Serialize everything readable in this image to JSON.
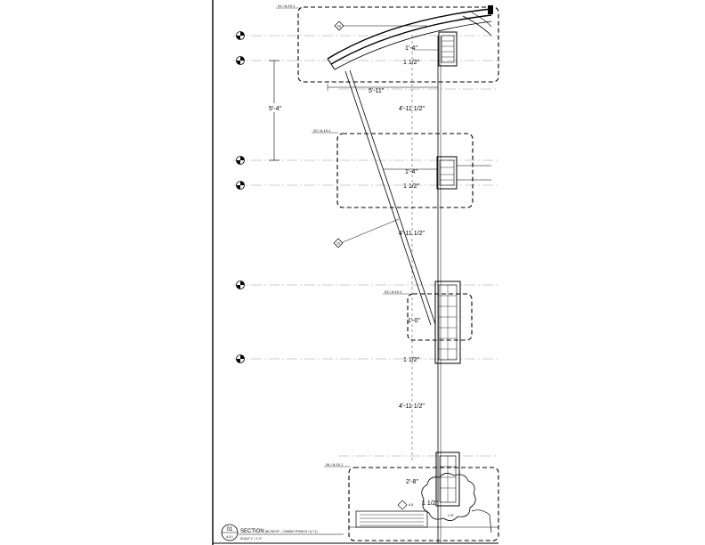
{
  "dimensions": {
    "d_1_4_top": "1'-4\"",
    "d_1_half_top": "1 1/2\"",
    "d_5_11": "5'-11\"",
    "d_5_4": "5'-4\"",
    "d_4_11_a": "4'-11 1/2\"",
    "d_1_4_mid": "1'-4\"",
    "d_1_half_mid": "1 1/2\"",
    "d_4_11_b": "4'-11 1/2\"",
    "d_1_0": "1'-0\"",
    "d_1_half_low": "1 1/2\"",
    "d_4_11_c": "4'-11 1/2\"",
    "d_2_8": "2'-8\"",
    "d_1_half_bot": "1 1/2\"",
    "d_bot_small": "1 5\""
  },
  "callouts": {
    "c01": "01 / A-10.1",
    "c02": "02 / A-10.1",
    "c03": "03 / A-10.1",
    "c04": "04 / A-10.1",
    "tag16": "16",
    "tag15": "15",
    "tag_a8": "A-8"
  },
  "title_block": {
    "number": "01",
    "sheet": "A-9.1",
    "title": "SECTION",
    "subtitle": "(BLOW UP -- COMING FROM 01 / A-7.1)",
    "scale": "SCALE 1\" = 1'-0\""
  }
}
